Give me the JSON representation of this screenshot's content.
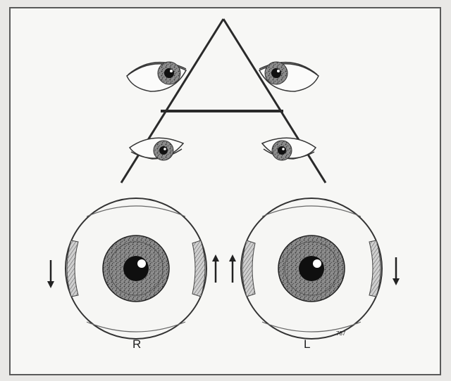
{
  "diagram": {
    "labels": {
      "right_eye": "R",
      "left_eye": "L",
      "figure_code": "787"
    },
    "icons": [
      "eye-icon",
      "eyeball-icon",
      "arrow-down-icon",
      "arrow-up-icon"
    ],
    "colors": {
      "frame": "#5a5a5a",
      "line": "#2a2a2a",
      "background": "#f7f7f5"
    }
  }
}
